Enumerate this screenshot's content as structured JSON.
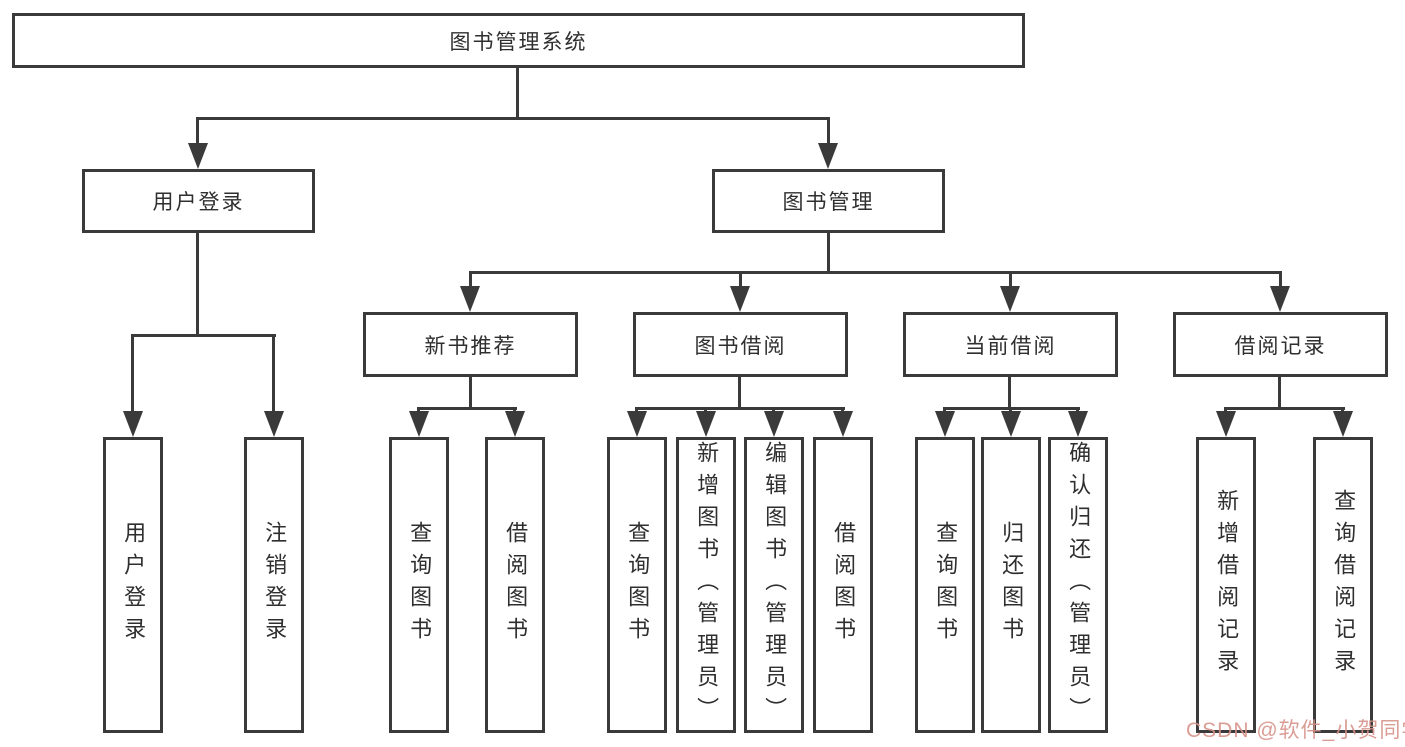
{
  "diagram": {
    "type": "hierarchy-tree",
    "colors": {
      "line": "#3a3a3a",
      "box_background": "#ffffff",
      "text": "#2f2f2f",
      "watermark": "#d6928a"
    },
    "tree": {
      "root": {
        "label": "图书管理系统"
      },
      "children": [
        {
          "label": "用户登录",
          "children": [
            {
              "label": "用户登录"
            },
            {
              "label": "注销登录"
            }
          ]
        },
        {
          "label": "图书管理",
          "children": [
            {
              "label": "新书推荐",
              "children": [
                {
                  "label": "查询图书"
                },
                {
                  "label": "借阅图书"
                }
              ]
            },
            {
              "label": "图书借阅",
              "children": [
                {
                  "label": "查询图书"
                },
                {
                  "label": "新增图书（管理员）"
                },
                {
                  "label": "编辑图书（管理员）"
                },
                {
                  "label": "借阅图书"
                }
              ]
            },
            {
              "label": "当前借阅",
              "children": [
                {
                  "label": "查询图书"
                },
                {
                  "label": "归还图书"
                },
                {
                  "label": "确认归还（管理员）"
                }
              ]
            },
            {
              "label": "借阅记录",
              "children": [
                {
                  "label": "新增借阅记录"
                },
                {
                  "label": "查询借阅记录"
                }
              ]
            }
          ]
        }
      ]
    }
  },
  "watermark": {
    "text": "CSDN @软件_小贺同学"
  }
}
